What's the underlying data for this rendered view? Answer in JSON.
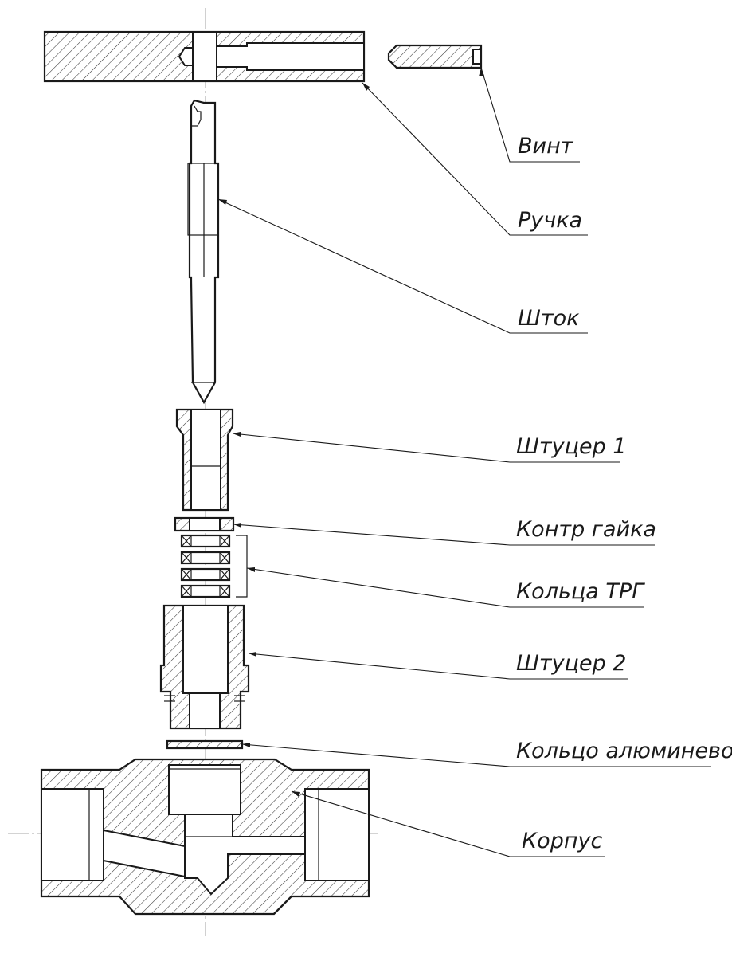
{
  "labels": {
    "screw": "Винт",
    "handle": "Ручка",
    "stem": "Шток",
    "fitting1": "Штуцер 1",
    "locknut": "Контр гайка",
    "trg_rings": "Кольца ТРГ",
    "fitting2": "Штуцер 2",
    "aluminum_ring": "Кольцо алюминевое",
    "body": "Корпус"
  },
  "colors": {
    "line": "#1a1a1a",
    "hatch": "#3a3a3a",
    "axis": "#8a8a8a",
    "background": "#ffffff"
  }
}
